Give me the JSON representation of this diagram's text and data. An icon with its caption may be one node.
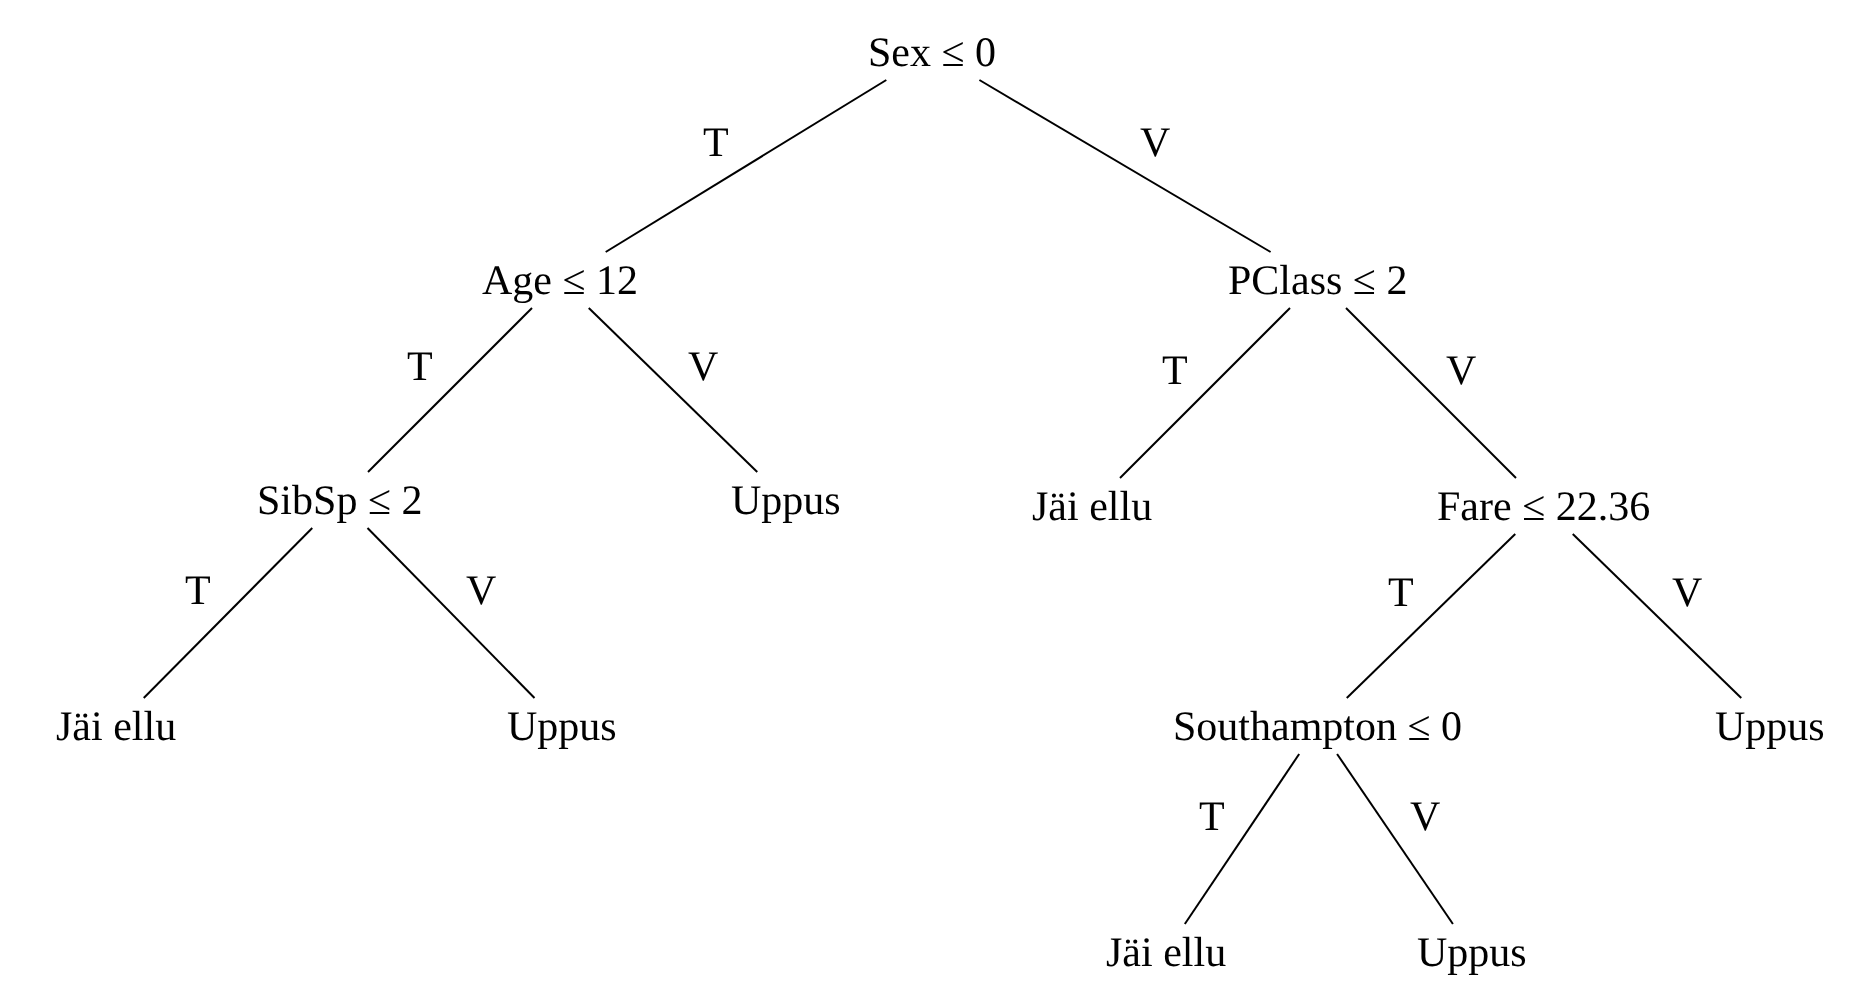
{
  "diagram": {
    "nodes": [
      {
        "text": [
          "Sex ≤ 0"
        ]
      },
      {
        "text": [
          "Age ≤ 12"
        ]
      },
      {
        "text": [
          "PClass ≤ 2"
        ]
      },
      {
        "text": [
          "SibSp ≤ 2"
        ]
      },
      {
        "text": [
          "Uppus"
        ]
      },
      {
        "text": [
          "Jäi ellu"
        ]
      },
      {
        "text": [
          "Fare ≤ 22.36"
        ]
      },
      {
        "text": [
          "Jäi ellu"
        ]
      },
      {
        "text": [
          "Uppus"
        ]
      },
      {
        "text": [
          "Southampton ≤ 0"
        ]
      },
      {
        "text": [
          "Uppus"
        ]
      },
      {
        "text": [
          "Jäi ellu"
        ]
      },
      {
        "text": [
          "Uppus"
        ]
      }
    ],
    "edges": [
      {
        "from": 0,
        "to": 1,
        "arrow": "none",
        "label": "T"
      },
      {
        "from": 0,
        "to": 2,
        "arrow": "none",
        "label": "V"
      },
      {
        "from": 1,
        "to": 3,
        "arrow": "none",
        "label": "T"
      },
      {
        "from": 1,
        "to": 4,
        "arrow": "none",
        "label": "V"
      },
      {
        "from": 2,
        "to": 5,
        "arrow": "none",
        "label": "T"
      },
      {
        "from": 2,
        "to": 6,
        "arrow": "none",
        "label": "V"
      },
      {
        "from": 3,
        "to": 7,
        "arrow": "none",
        "label": "T"
      },
      {
        "from": 3,
        "to": 8,
        "arrow": "none",
        "label": "V"
      },
      {
        "from": 6,
        "to": 9,
        "arrow": "none",
        "label": "T"
      },
      {
        "from": 6,
        "to": 10,
        "arrow": "none",
        "label": "V"
      },
      {
        "from": 9,
        "to": 11,
        "arrow": "none",
        "label": "T"
      },
      {
        "from": 9,
        "to": 12,
        "arrow": "none",
        "label": "V"
      }
    ]
  }
}
